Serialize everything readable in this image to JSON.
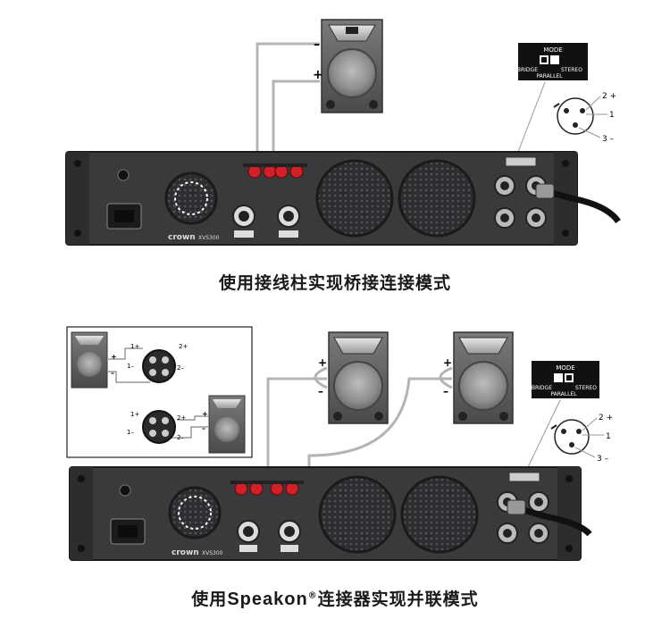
{
  "brand": "crown",
  "model": "XVS300",
  "mode_switch": {
    "title": "MODE",
    "left": "BRIDGE",
    "right": "STEREO",
    "bottom": "PARALLEL"
  },
  "xlr_pins": {
    "p1": "1",
    "p2": "2 +",
    "p3": "3 –"
  },
  "speaker_polarity": {
    "plus": "+",
    "minus": "–"
  },
  "inset_pins": {
    "a": "1+",
    "b": "1–",
    "c": "2+",
    "d": "2–"
  },
  "captions": {
    "bridge": "使用接线柱实现桥接连接模式",
    "parallel_prefix": "使用",
    "parallel_brand": "Speakon",
    "parallel_reg": "®",
    "parallel_suffix": "连接器实现并联模式"
  },
  "colors": {
    "panel": "#3a3a3c",
    "fan": "#2a2a2c",
    "binding_post": "#d0202a",
    "wire": "#b4b4b4",
    "cabinet": "#5a5a5c"
  }
}
